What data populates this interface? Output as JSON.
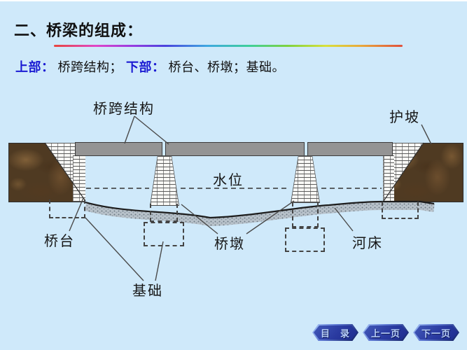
{
  "slide": {
    "title": "二、桥梁的组成：",
    "subtitle": {
      "upper_label": "上部：",
      "upper_text": "桥跨结构；",
      "lower_label": "下部：",
      "lower_text": "桥台、桥墩；基础。"
    },
    "colors": {
      "background": "#cfe9fa",
      "accent_blue": "#1a1ad2",
      "deck_gray": "#949494",
      "embankment_brown": "#4f3a22",
      "button_blue": "#2a3aa0",
      "rainbow_divider": [
        "#e8453c",
        "#e046c8",
        "#9b3be0",
        "#4a43dd",
        "#3ea8e0",
        "#3ecf9a",
        "#7ed23f",
        "#d8e03c",
        "#e8a93c",
        "#e0503c"
      ]
    }
  },
  "diagram": {
    "labels": {
      "superstructure": "桥跨结构",
      "slope_protection": "护坡",
      "water_level": "水位",
      "abutment": "桥台",
      "pier": "桥墩",
      "riverbed": "河床",
      "foundation": "基础"
    }
  },
  "nav": {
    "buttons": [
      {
        "id": "contents",
        "label": "目　录"
      },
      {
        "id": "prev-page",
        "label": "上一页"
      },
      {
        "id": "next-page",
        "label": "下一页"
      }
    ]
  }
}
